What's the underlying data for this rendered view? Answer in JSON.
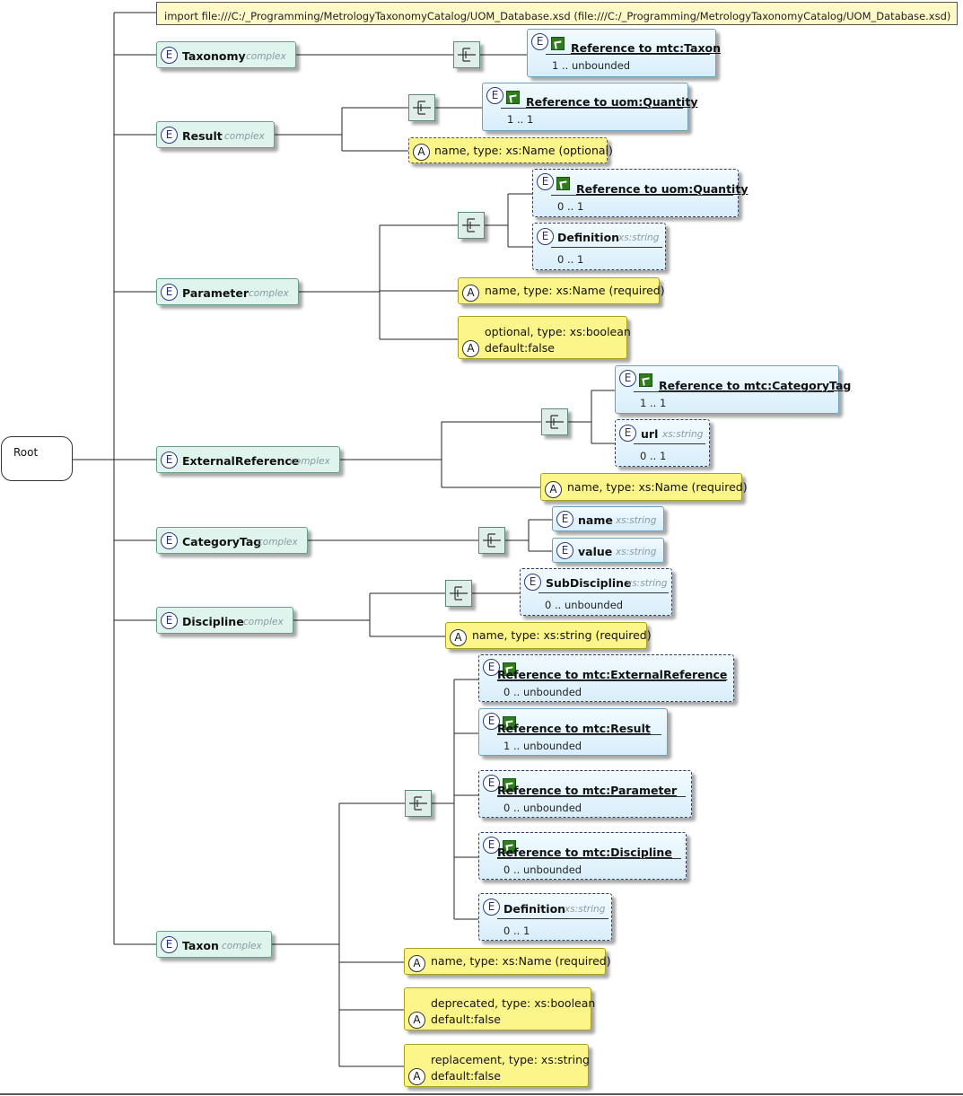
{
  "root": {
    "label": "Root"
  },
  "import": {
    "label": "import file:///C:/_Programming/MetrologyTaxonomyCatalog/UOM_Database.xsd (file:///C:/_Programming/MetrologyTaxonomyCatalog/UOM_Database.xsd)"
  },
  "badges": {
    "element": "E",
    "attribute": "A"
  },
  "elements": [
    {
      "name": "Taxonomy",
      "type": "complex"
    },
    {
      "name": "Result",
      "type": "complex"
    },
    {
      "name": "Parameter",
      "type": "complex"
    },
    {
      "name": "ExternalReference",
      "type": "complex"
    },
    {
      "name": "CategoryTag",
      "type": "complex"
    },
    {
      "name": "Discipline",
      "type": "complex"
    },
    {
      "name": "Taxon",
      "type": "complex"
    }
  ],
  "children": [
    {
      "name": "Reference to mtc:Taxon",
      "card": "1 .. unbounded"
    },
    {
      "name": "Reference to uom:Quantity",
      "card": "1 .. 1"
    },
    {
      "name": "Reference to uom:Quantity",
      "card": "0 .. 1"
    },
    {
      "name": "Definition",
      "type": "xs:string",
      "card": "0 .. 1"
    },
    {
      "name": "Reference to mtc:CategoryTag",
      "card": "1 .. 1"
    },
    {
      "name": "url",
      "type": "xs:string",
      "card": "0 .. 1"
    },
    {
      "name": "name",
      "type": "xs:string"
    },
    {
      "name": "value",
      "type": "xs:string"
    },
    {
      "name": "SubDiscipline",
      "type": "xs:string",
      "card": "0 .. unbounded"
    },
    {
      "name": "Reference to mtc:ExternalReference",
      "card": "0 .. unbounded"
    },
    {
      "name": "Reference to mtc:Result",
      "card": "1 .. unbounded"
    },
    {
      "name": "Reference to mtc:Parameter",
      "card": "0 .. unbounded"
    },
    {
      "name": "Reference to mtc:Discipline",
      "card": "0 .. unbounded"
    },
    {
      "name": "Definition",
      "type": "xs:string",
      "card": "0 .. 1"
    }
  ],
  "attributes": [
    {
      "text": "name, type: xs:Name (optional)"
    },
    {
      "text": "name, type: xs:Name (required)"
    },
    {
      "line1": "optional, type: xs:boolean",
      "line2": "default:false"
    },
    {
      "text": "name, type: xs:Name (required)"
    },
    {
      "text": "name, type: xs:string (required)"
    },
    {
      "text": "name, type: xs:Name (required)"
    },
    {
      "line1": "deprecated, type: xs:boolean",
      "line2": "default:false"
    },
    {
      "line1": "replacement, type: xs:string",
      "line2": "default:false"
    }
  ]
}
